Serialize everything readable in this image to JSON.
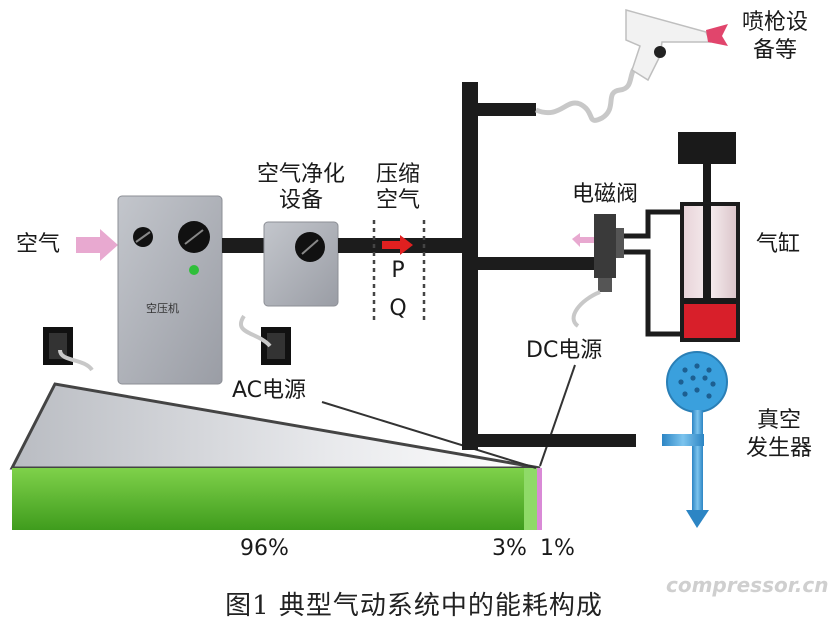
{
  "labels": {
    "air_in": "空气",
    "compressor": "空压机",
    "purifier_line1": "空气净化",
    "purifier_line2": "设备",
    "compressed_line1": "压缩",
    "compressed_line2": "空气",
    "p": "P",
    "q": "Q",
    "spray_line1": "喷枪设",
    "spray_line2": "备等",
    "solenoid": "电磁阀",
    "cylinder": "气缸",
    "dc_power": "DC电源",
    "ac_power": "AC电源",
    "vacuum_line1": "真空",
    "vacuum_line2": "发生器",
    "pct_96": "96%",
    "pct_3": "3%",
    "pct_1": "1%"
  },
  "energy_split": [
    {
      "label": "96%",
      "value": 96,
      "color": "#5bbf2e"
    },
    {
      "label": "3%",
      "value": 3,
      "color": "#9fe07a"
    },
    {
      "label": "1%",
      "value": 1,
      "color": "#d98ad6"
    }
  ],
  "caption": "图1 典型气动系统中的能耗构成",
  "watermark": "compressor.cn",
  "colors": {
    "pipe": "#1c1c1c",
    "compressor_body": "#a9acb3",
    "arrow_pink": "#e8a9d0",
    "arrow_red": "#e02020",
    "bar_green": "#5bbf2e",
    "cylinder_red": "#d81f2a",
    "vacuum_blue": "#3aa0dd"
  }
}
